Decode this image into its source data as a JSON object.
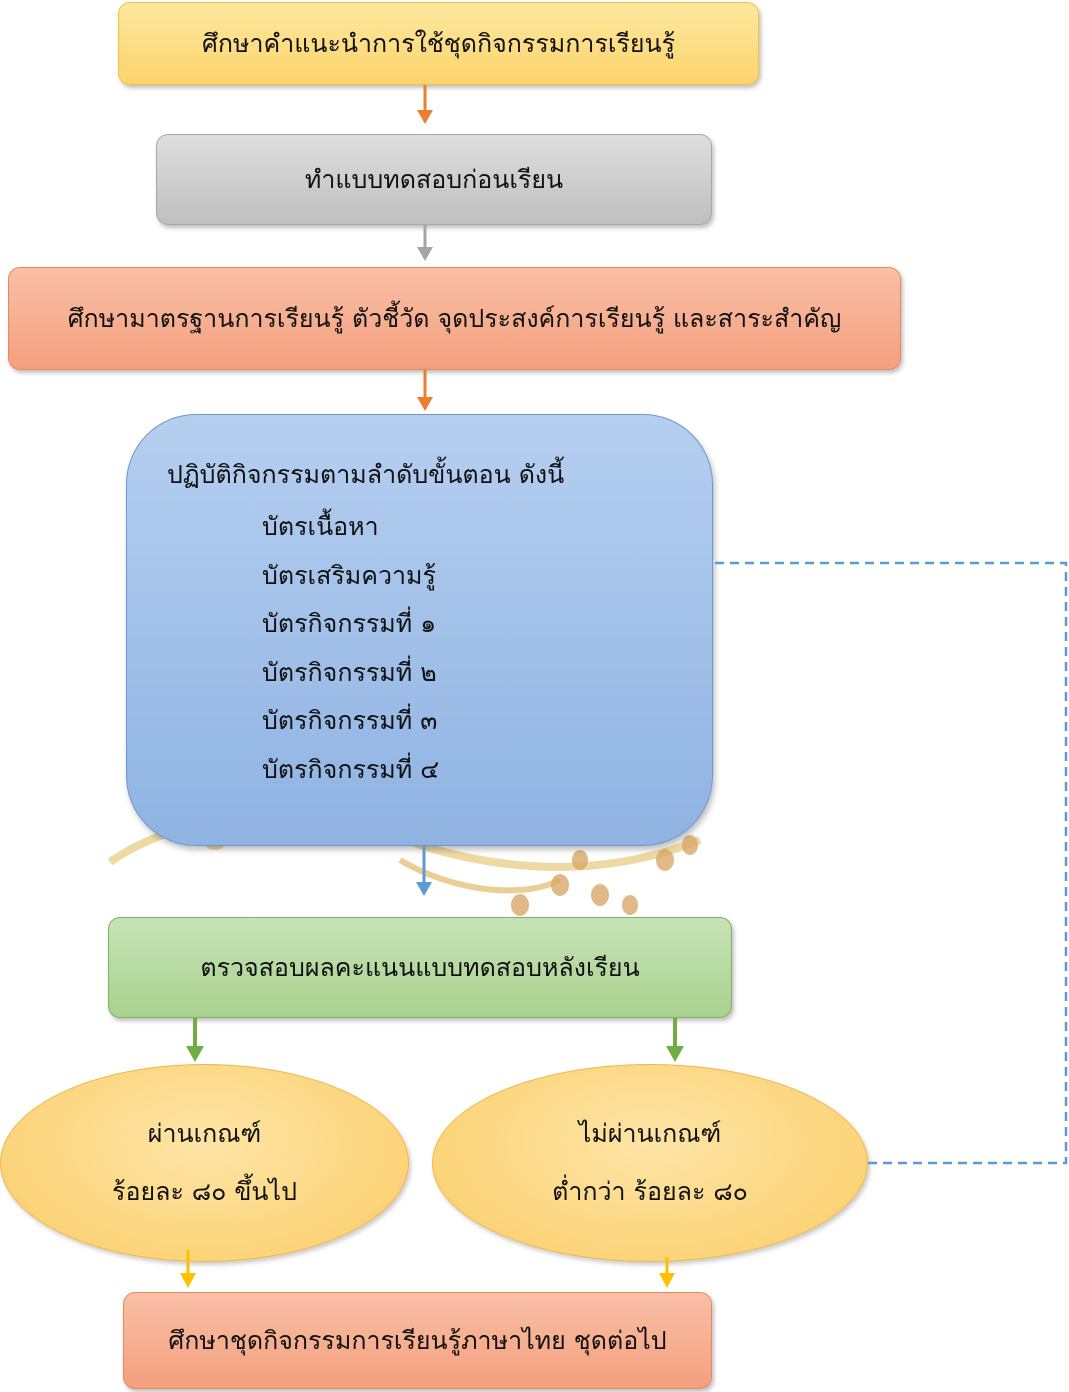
{
  "steps": {
    "s1": "ศึกษาคำแนะนำการใช้ชุดกิจกรรมการเรียนรู้",
    "s2": "ทำแบบทดสอบก่อนเรียน",
    "s3": "ศึกษามาตรฐานการเรียนรู้ ตัวชี้วัด จุดประสงค์การเรียนรู้ และสาระสำคัญ",
    "s4": {
      "heading": "ปฏิบัติกิจกรรมตามลำดับขั้นตอน ดังนี้",
      "items": [
        "บัตรเนื้อหา",
        "บัตรเสริมความรู้",
        "บัตรกิจกรรมที่ ๑",
        "บัตรกิจกรรมที่ ๒",
        "บัตรกิจกรรมที่ ๓",
        "บัตรกิจกรรมที่ ๔"
      ]
    },
    "s5": "ตรวจสอบผลคะแนนแบบทดสอบหลังเรียน",
    "pass": {
      "line1": "ผ่านเกณฑ์",
      "line2": "ร้อยละ ๘๐ ขึ้นไป"
    },
    "fail": {
      "line1": "ไม่ผ่านเกณฑ์",
      "line2": "ต่ำกว่า ร้อยละ ๘๐"
    },
    "s6": "ศึกษาชุดกิจกรรมการเรียนรู้ภาษาไทย ชุดต่อไป"
  },
  "colors": {
    "arrow_orange": "#ed7d31",
    "arrow_gray": "#a5a5a5",
    "arrow_blue": "#5b9bd5",
    "arrow_green": "#70ad47",
    "arrow_yellow": "#ffc000",
    "dashed_loop": "#5b9bd5"
  }
}
